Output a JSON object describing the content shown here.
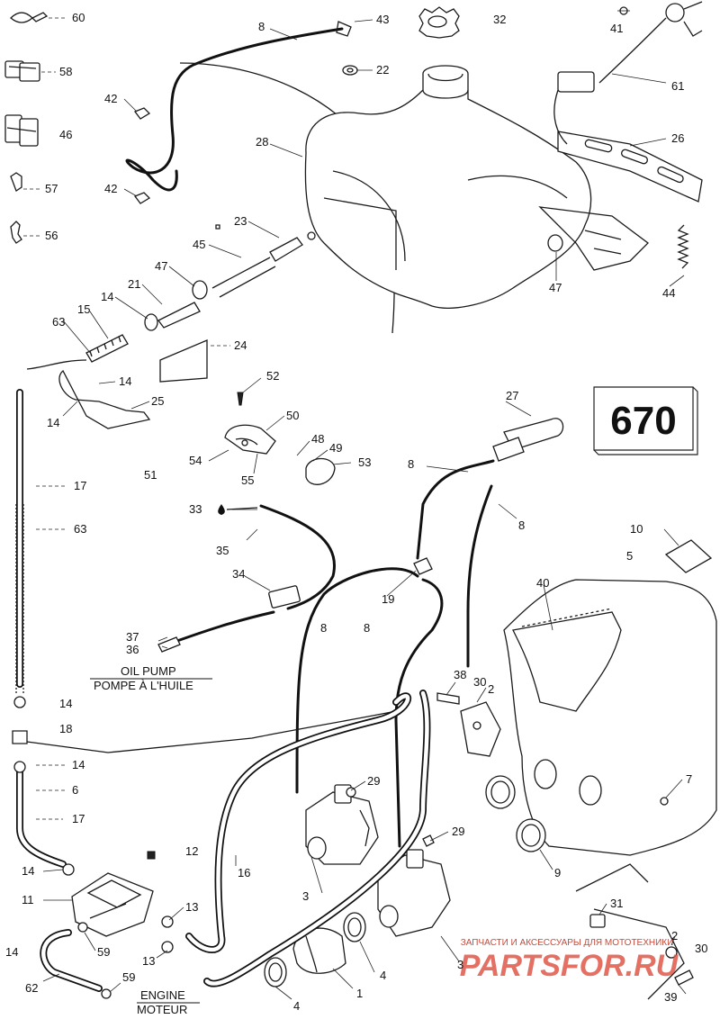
{
  "diagram_number": "670",
  "captions": {
    "oil_pump_en": "OIL PUMP",
    "oil_pump_fr": "POMPE À L'HUILE",
    "engine_en": "ENGINE",
    "engine_fr": "MOTEUR"
  },
  "watermark": {
    "tagline": "ЗАПЧАСТИ И АКСЕССУАРЫ ДЛЯ МОТОТЕХНИКИ",
    "brand": "PARTSFOR.RU"
  },
  "callouts": {
    "c60": "60",
    "c58": "58",
    "c46": "46",
    "c57": "57",
    "c56": "56",
    "c8a": "8",
    "c43": "43",
    "c22": "22",
    "c32": "32",
    "c41": "41",
    "c61": "61",
    "c42a": "42",
    "c42b": "42",
    "c28": "28",
    "c26": "26",
    "c23": "23",
    "c45": "45",
    "c47a": "47",
    "c47b": "47",
    "c44": "44",
    "c21": "21",
    "c14a": "14",
    "c15": "15",
    "c63a": "63",
    "c24": "24",
    "c14b": "14",
    "c25": "25",
    "c14c": "14",
    "c52": "52",
    "c50": "50",
    "c27": "27",
    "c54": "54",
    "c48": "48",
    "c49": "49",
    "c55": "55",
    "c53": "53",
    "c51": "51",
    "c8b": "8",
    "c8c": "8",
    "c17a": "17",
    "c63b": "63",
    "c33": "33",
    "c35": "35",
    "c10": "10",
    "c5": "5",
    "c34": "34",
    "c19": "19",
    "c40": "40",
    "c8d": "8",
    "c8e": "8",
    "c37": "37",
    "c36": "36",
    "c14d": "14",
    "c18": "18",
    "c38": "38",
    "c30a": "30",
    "c2a": "2",
    "c14e": "14",
    "c6": "6",
    "c29a": "29",
    "c7": "7",
    "c17b": "17",
    "c29b": "29",
    "c12": "12",
    "c16": "16",
    "c9": "9",
    "c14f": "14",
    "c3a": "3",
    "c11": "11",
    "c13a": "13",
    "c31": "31",
    "c14g": "14",
    "c59a": "59",
    "c2b": "2",
    "c30b": "30",
    "c4a": "4",
    "c3b": "3",
    "c62": "62",
    "c13b": "13",
    "c59b": "59",
    "c1": "1",
    "c39": "39",
    "c4b": "4"
  }
}
